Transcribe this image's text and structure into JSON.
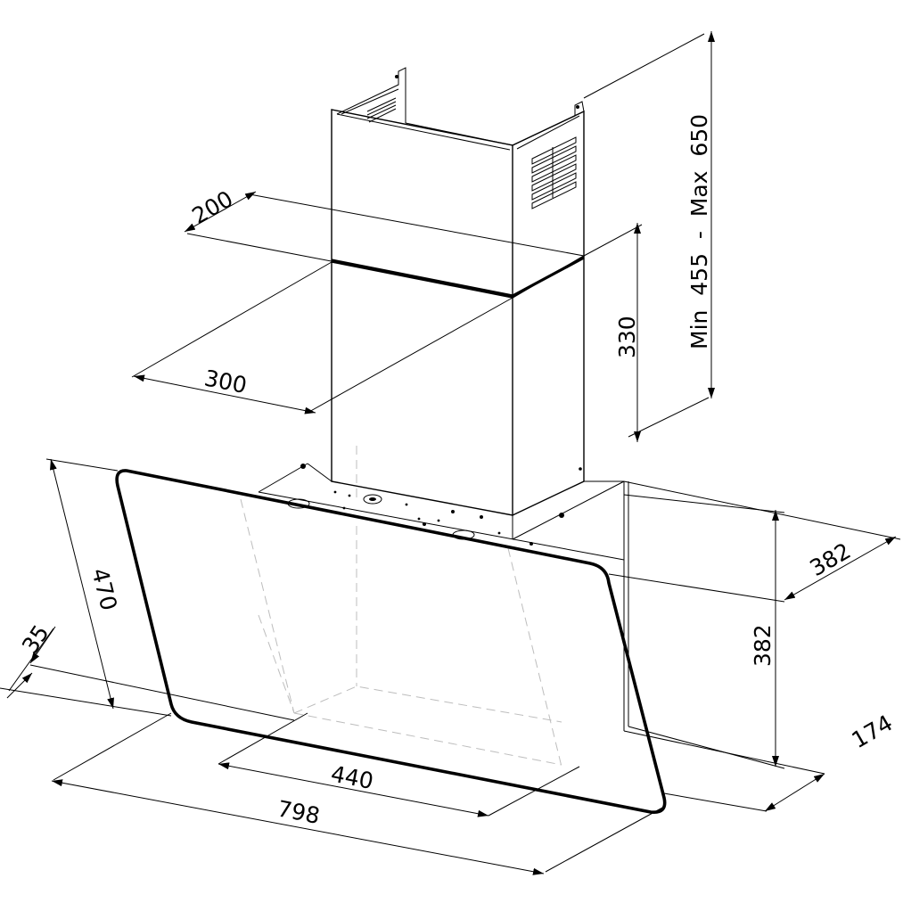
{
  "dimensions": {
    "chimney_height_range": "Min  455  -  Max  650",
    "lower_chimney_height": "330",
    "chimney_width": "300",
    "chimney_depth": "200",
    "hood_width": "798",
    "inner_width": "440",
    "glass_height": "470",
    "glass_offset": "35",
    "body_depth": "382",
    "body_height": "382",
    "base_depth": "174"
  },
  "colors": {
    "line": "#000000",
    "hidden_line": "#9a9a9a",
    "background": "#ffffff"
  }
}
